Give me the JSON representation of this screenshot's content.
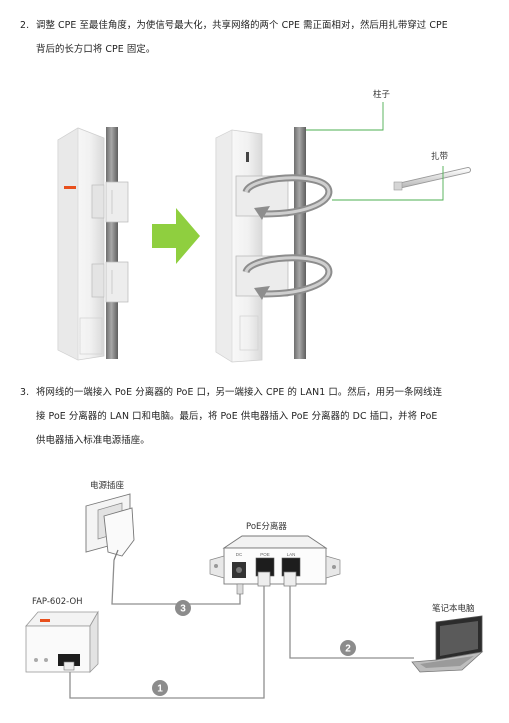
{
  "step2": {
    "number": "2.",
    "line1": "调整 CPE 至最佳角度，为使信号最大化，共享网络的两个 CPE 需正面相对，然后用扎带穿过 CPE",
    "line2": "背后的长方口将 CPE 固定。"
  },
  "figure1": {
    "pole_label": "柱子",
    "cable_tie_label": "扎带",
    "brand_icon": "tenda-logo",
    "accent_color": "#e8501d",
    "arrow_color": "#8fcf3f",
    "callout_color": "#4caf50"
  },
  "step3": {
    "number": "3.",
    "line1": "将网线的一端接入 PoE 分离器的 PoE 口，另一端接入 CPE 的 LAN1 口。然后，用另一条网线连",
    "line2": "接 PoE 分离器的 LAN 口和电脑。最后，将 PoE 供电器插入 PoE 分离器的 DC 插口，并将 PoE",
    "line3": "供电器插入标准电源插座。"
  },
  "figure2": {
    "socket_label": "电源插座",
    "splitter_label": "PoE分离器",
    "device_label": "FAP-602-OH",
    "laptop_label": "笔记本电脑",
    "port_labels": [
      "DC",
      "POE",
      "LAN"
    ],
    "markers": [
      "1",
      "2",
      "3"
    ],
    "marker_color": "#8c8c8c"
  }
}
